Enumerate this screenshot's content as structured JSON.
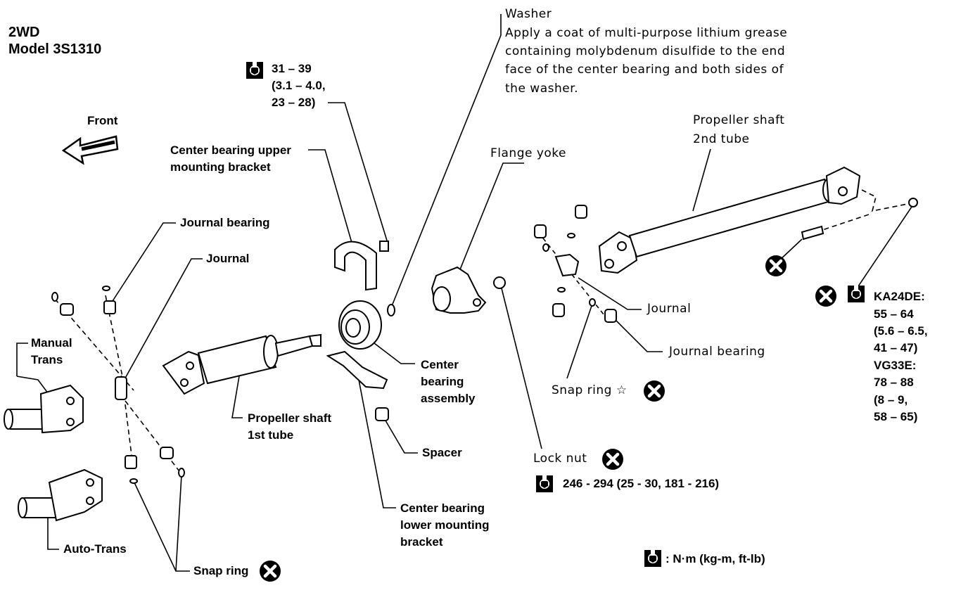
{
  "title": {
    "line1": "2WD",
    "line2": "Model 3S1310"
  },
  "front_label": "Front",
  "torque_top": {
    "l1": "31 – 39",
    "l2": "(3.1 – 4.0,",
    "l3": "23 – 28)"
  },
  "washer": {
    "title": "Washer",
    "note1": "Apply a coat of multi-purpose lithium grease",
    "note2": "containing molybdenum disulfide to the end",
    "note3": "face of the center bearing and both sides of",
    "note4": "the washer."
  },
  "labels": {
    "center_upper_1": "Center bearing upper",
    "center_upper_2": "mounting bracket",
    "journal_bearing_left": "Journal bearing",
    "journal_left": "Journal",
    "manual_trans_1": "Manual",
    "manual_trans_2": "Trans",
    "auto_trans": "Auto-Trans",
    "snap_ring_bottom": "Snap ring",
    "prop_1st_1": "Propeller shaft",
    "prop_1st_2": "1st tube",
    "center_assy_1": "Center",
    "center_assy_2": "bearing",
    "center_assy_3": "assembly",
    "spacer": "Spacer",
    "center_lower_1": "Center bearing",
    "center_lower_2": "lower mounting",
    "center_lower_3": "bracket",
    "flange_yoke": "Flange yoke",
    "prop_2nd_1": "Propeller shaft",
    "prop_2nd_2": "2nd tube",
    "journal_right": "Journal",
    "journal_bearing_right": "Journal bearing",
    "snap_ring_right": "Snap ring ☆",
    "lock_nut": "Lock nut",
    "lock_nut_torque": "246  -  294  (25  -  30,  181  -  216)"
  },
  "torque_right": {
    "ka": "KA24DE:",
    "ka1": "55 – 64",
    "ka2": "(5.6 – 6.5,",
    "ka3": "41 – 47)",
    "vg": "VG33E:",
    "vg1": "78 – 88",
    "vg2": "(8 – 9,",
    "vg3": "58 – 65)"
  },
  "legend": ": N·m (kg-m, ft-lb)",
  "icons": [
    "torque-wrench-icon",
    "do-not-reuse-icon",
    "front-arrow-icon"
  ]
}
